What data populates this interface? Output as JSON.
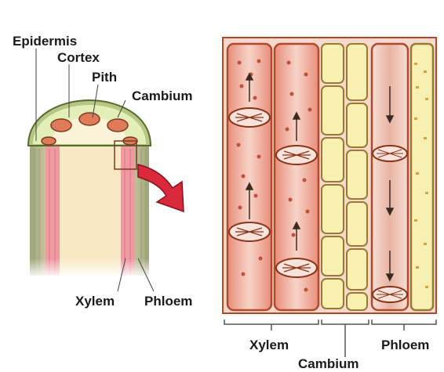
{
  "labels": {
    "epidermis": "Epidermis",
    "cortex": "Cortex",
    "pith": "Pith",
    "cambium_top": "Cambium",
    "xylem_left": "Xylem",
    "phloem_left": "Phloem",
    "xylem_bottom": "Xylem",
    "cambium_bottom": "Cambium",
    "phloem_bottom": "Phloem"
  },
  "colors": {
    "xylem": "#e9a08c",
    "xylem_light": "#f7d7cc",
    "cambium": "#f7f0b0",
    "phloem": "#f2c3b4",
    "pith": "#f8e9c4",
    "cortex": "#e3efb6",
    "epidermis": "#b9c98a",
    "arrow": "#d92a3c",
    "outline": "#b04a2a"
  }
}
